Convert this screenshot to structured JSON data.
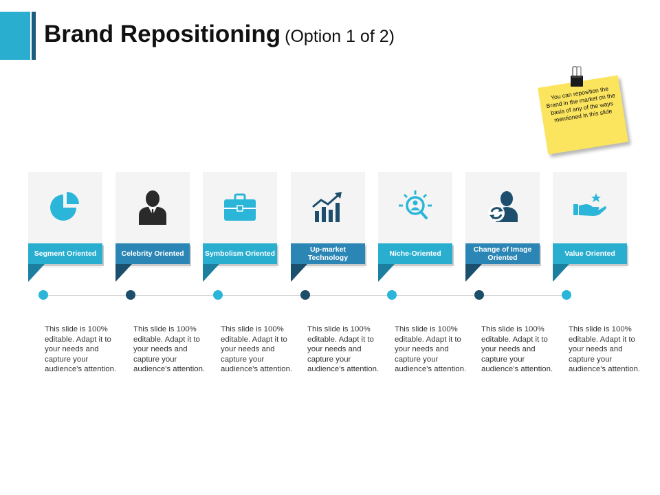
{
  "header": {
    "title": "Brand Repositioning",
    "subtitle": "(Option 1 of 2)"
  },
  "note": {
    "text": "You can reposition the Brand in the market on the basis of any of the ways mentioned in this slide"
  },
  "steps": [
    {
      "label": "Segment Oriented",
      "icon": "pie-chart-icon",
      "tone": "light",
      "description": "This slide is 100% editable. Adapt it to your needs and capture your audience's attention."
    },
    {
      "label": "Celebrity Oriented",
      "icon": "businessman-icon",
      "tone": "dark",
      "description": "This slide is 100% editable. Adapt it to your needs and capture your audience's attention."
    },
    {
      "label": "Symbolism Oriented",
      "icon": "briefcase-icon",
      "tone": "light",
      "description": "This slide is 100% editable. Adapt it to your needs and capture your audience's attention."
    },
    {
      "label": "Up-market Technology",
      "icon": "growth-chart-icon",
      "tone": "dark",
      "description": "This slide is 100% editable. Adapt it to your needs and capture your audience's attention."
    },
    {
      "label": "Niche-Oriented",
      "icon": "target-search-icon",
      "tone": "light",
      "description": "This slide is 100% editable. Adapt it to your needs and capture your audience's attention."
    },
    {
      "label": "Change of Image Oriented",
      "icon": "person-refresh-icon",
      "tone": "dark",
      "description": "This slide is 100% editable. Adapt it to your needs and capture your audience's attention."
    },
    {
      "label": "Value Oriented",
      "icon": "hand-star-icon",
      "tone": "light",
      "description": "This slide is 100% editable. Adapt it to your needs and capture your audience's attention."
    }
  ],
  "colors": {
    "accent_light": "#2aaed0",
    "accent_dark": "#1b5d7e",
    "note_yellow": "#fce55e"
  }
}
